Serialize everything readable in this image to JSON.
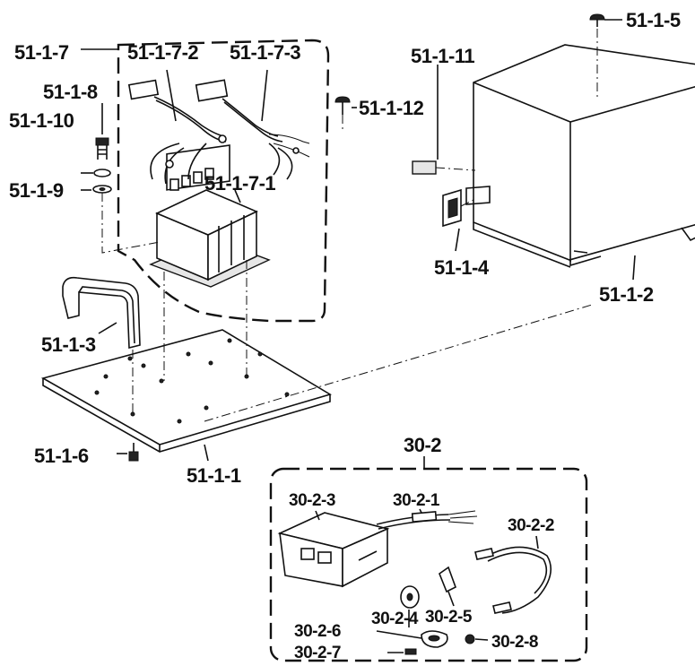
{
  "labels": {
    "l_51_1_7": "51-1-7",
    "l_51_1_7_2": "51-1-7-2",
    "l_51_1_7_3": "51-1-7-3",
    "l_51_1_8": "51-1-8",
    "l_51_1_10": "51-1-10",
    "l_51_1_9": "51-1-9",
    "l_51_1_12": "51-1-12",
    "l_51_1_7_1": "51-1-7-1",
    "l_51_1_3": "51-1-3",
    "l_51_1_6": "51-1-6",
    "l_51_1_1": "51-1-1",
    "l_51_1_5": "51-1-5",
    "l_51_1_11": "51-1-11",
    "l_51_1_4": "51-1-4",
    "l_51_1_2": "51-1-2",
    "l_30_2": "30-2",
    "l_30_2_3": "30-2-3",
    "l_30_2_1": "30-2-1",
    "l_30_2_2": "30-2-2",
    "l_30_2_5": "30-2-5",
    "l_30_2_4": "30-2-4",
    "l_30_2_6": "30-2-6",
    "l_30_2_7": "30-2-7",
    "l_30_2_8": "30-2-8"
  }
}
